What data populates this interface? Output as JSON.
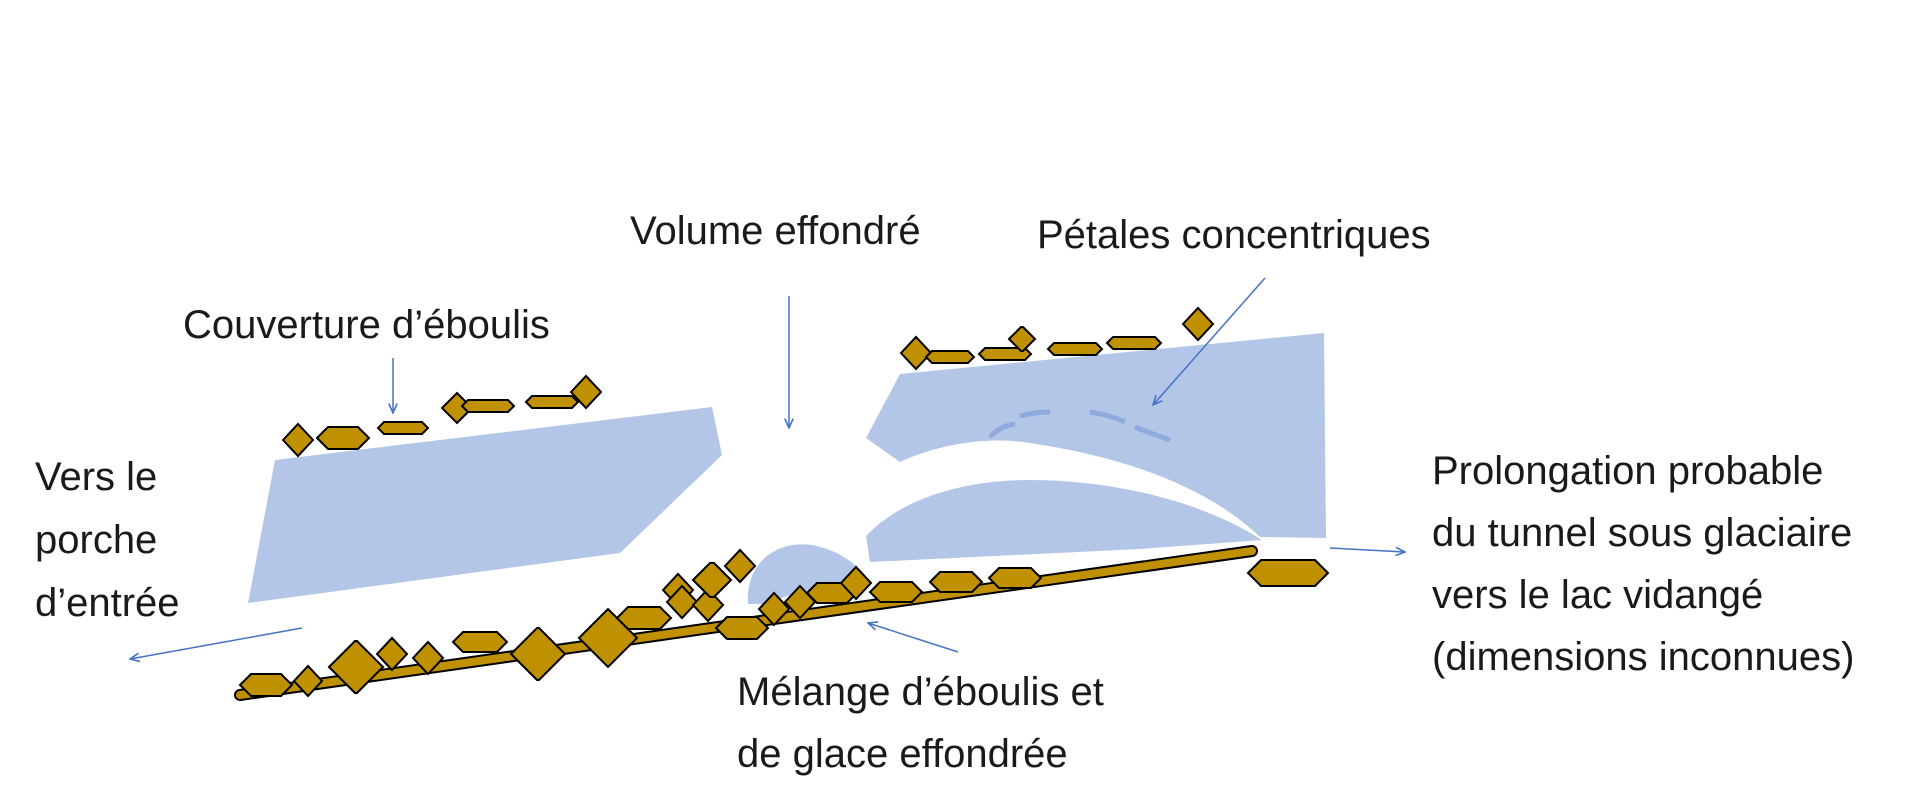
{
  "labels": {
    "volume": "Volume effondré",
    "petals": "Pétales concentriques",
    "cover": "Couverture d’éboulis",
    "entrance": [
      "Vers le",
      "porche",
      "d’entrée"
    ],
    "tunnel": [
      "Prolongation probable",
      "du tunnel sous glaciaire",
      "vers le lac vidangé",
      "(dimensions inconnues)"
    ],
    "mixture": [
      "Mélange d’éboulis et",
      "de glace effondrée"
    ]
  },
  "colors": {
    "ice": "#b4c6e7",
    "ice_petal": "#8faadc",
    "debris": "#bf9000",
    "debris_stroke": "#000000",
    "arrow": "#4472c4",
    "text": "#1a1a1a"
  }
}
